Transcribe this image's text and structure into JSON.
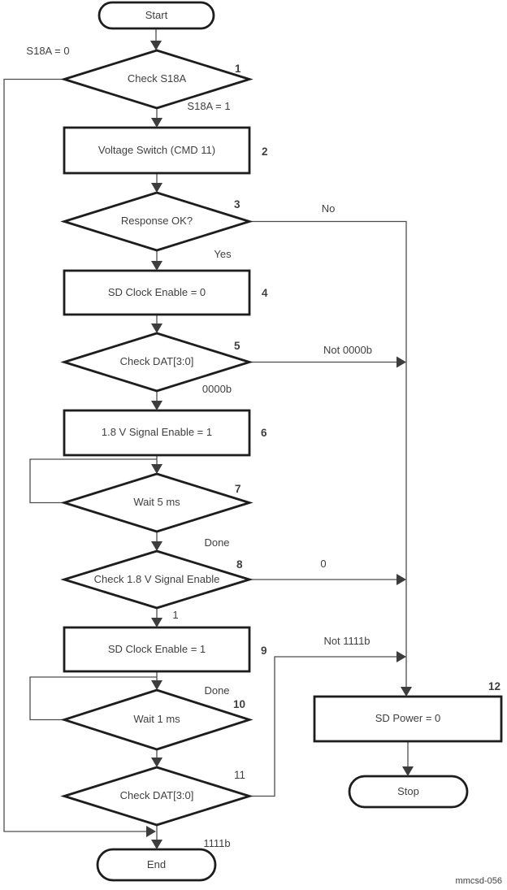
{
  "figure_code": "mmcsd-056",
  "colors": {
    "background": "#ffffff",
    "shape_border": "#1d1d1d",
    "connector_line": "#4d4d4d",
    "arrowhead": "#3d3d3d",
    "text": "#3f3f3f"
  },
  "nodes": {
    "start": {
      "type": "terminal",
      "label": "Start"
    },
    "check_s18a": {
      "type": "decision",
      "label": "Check S18A",
      "step": "1"
    },
    "voltage_switch": {
      "type": "process",
      "label": "Voltage Switch (CMD 11)",
      "step": "2"
    },
    "response_ok": {
      "type": "decision",
      "label": "Response OK?",
      "step": "3"
    },
    "sd_clock_disable": {
      "type": "process",
      "label": "SD Clock Enable = 0",
      "step": "4"
    },
    "check_dat_low": {
      "type": "decision",
      "label": "Check DAT[3:0]",
      "step": "5"
    },
    "signal_enable": {
      "type": "process",
      "label": "1.8 V Signal Enable = 1",
      "step": "6"
    },
    "wait_5ms": {
      "type": "decision",
      "label": "Wait 5 ms",
      "step": "7"
    },
    "check_signal_enable": {
      "type": "decision",
      "label": "Check 1.8 V Signal Enable",
      "step": "8"
    },
    "sd_clock_enable": {
      "type": "process",
      "label": "SD Clock Enable = 1",
      "step": "9"
    },
    "wait_1ms": {
      "type": "decision",
      "label": "Wait 1 ms",
      "step": "10"
    },
    "check_dat_high": {
      "type": "decision",
      "label": "Check DAT[3:0]",
      "step": "11"
    },
    "sd_power_off": {
      "type": "process",
      "label": "SD Power = 0",
      "step": "12"
    },
    "stop": {
      "type": "terminal",
      "label": "Stop"
    },
    "end": {
      "type": "terminal",
      "label": "End"
    }
  },
  "edge_labels": {
    "s18a_eq_0": "S18A = 0",
    "s18a_eq_1": "S18A = 1",
    "no": "No",
    "yes": "Yes",
    "not_0000b": "Not 0000b",
    "dat_0000b": "0000b",
    "done_wait5": "Done",
    "zero": "0",
    "one": "1",
    "not_1111b": "Not 1111b",
    "done_wait1": "Done",
    "dat_1111b": "1111b"
  },
  "edges": [
    {
      "from": "start",
      "to": "check_s18a"
    },
    {
      "from": "check_s18a",
      "to": "end",
      "label": "S18A = 0"
    },
    {
      "from": "check_s18a",
      "to": "voltage_switch",
      "label": "S18A = 1"
    },
    {
      "from": "voltage_switch",
      "to": "response_ok"
    },
    {
      "from": "response_ok",
      "to": "sd_power_off",
      "label": "No"
    },
    {
      "from": "response_ok",
      "to": "sd_clock_disable",
      "label": "Yes"
    },
    {
      "from": "sd_clock_disable",
      "to": "check_dat_low"
    },
    {
      "from": "check_dat_low",
      "to": "sd_power_off",
      "label": "Not 0000b"
    },
    {
      "from": "check_dat_low",
      "to": "signal_enable",
      "label": "0000b"
    },
    {
      "from": "signal_enable",
      "to": "wait_5ms"
    },
    {
      "from": "wait_5ms",
      "to": "wait_5ms"
    },
    {
      "from": "wait_5ms",
      "to": "check_signal_enable",
      "label": "Done"
    },
    {
      "from": "check_signal_enable",
      "to": "sd_power_off",
      "label": "0"
    },
    {
      "from": "check_signal_enable",
      "to": "sd_clock_enable",
      "label": "1"
    },
    {
      "from": "sd_clock_enable",
      "to": "wait_1ms"
    },
    {
      "from": "wait_1ms",
      "to": "wait_1ms"
    },
    {
      "from": "wait_1ms",
      "to": "check_dat_high",
      "label": "Done"
    },
    {
      "from": "check_dat_high",
      "to": "sd_power_off",
      "label": "Not 1111b"
    },
    {
      "from": "check_dat_high",
      "to": "end",
      "label": "1111b"
    },
    {
      "from": "sd_power_off",
      "to": "stop"
    }
  ]
}
